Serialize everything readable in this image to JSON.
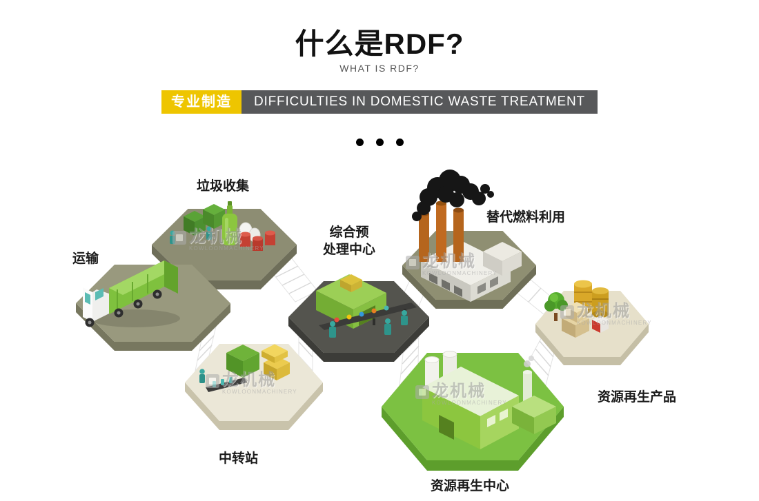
{
  "header": {
    "title": "什么是RDF?",
    "subtitle": "WHAT IS RDF?"
  },
  "banner": {
    "badge": "专业制造",
    "heading": "DIFFICULTIES IN DOMESTIC WASTE TREATMENT",
    "badge_color": "#eec500",
    "bar_color": "#57585a"
  },
  "diagram": {
    "labels": {
      "collection": "垃圾收集",
      "transport": "运输",
      "preprocessing_line1": "综合预",
      "preprocessing_line2": "处理中心",
      "alt_fuel": "替代燃料利用",
      "transfer": "中转站",
      "regen_center": "资源再生中心",
      "products": "资源再生产品"
    },
    "watermark": {
      "brand": "龙机械",
      "sub": "KOWLOONMACHINERY"
    },
    "colors": {
      "platform_olive": "#8d8d73",
      "platform_dark": "#54544e",
      "platform_cream": "#ebe7d7",
      "platform_green": "#7cc142",
      "accent_green": "#8cc63f"
    }
  }
}
